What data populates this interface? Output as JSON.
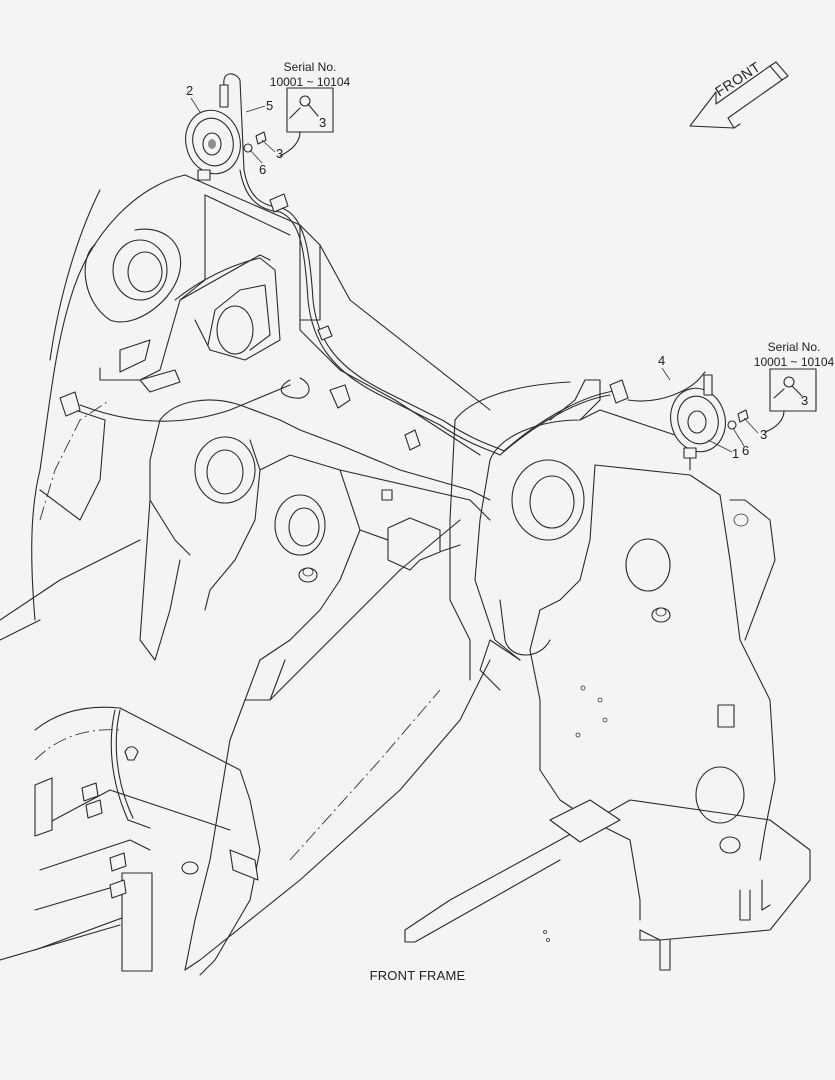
{
  "diagram": {
    "caption": "FRONT FRAME",
    "direction_arrow": {
      "label": "FRONT",
      "icon": "arrow-front-icon"
    },
    "serial_notes": [
      {
        "title": "Serial No.",
        "range": "10001 ~ 10104",
        "inset_callout": "3"
      },
      {
        "title": "Serial No.",
        "range": "10001 ~ 10104",
        "inset_callout": "3"
      }
    ],
    "callouts": {
      "left_group": {
        "horn": "2",
        "harness": "5",
        "bolt": "3",
        "washer": "6"
      },
      "right_group": {
        "harness": "4",
        "bolt": "3",
        "washer": "6",
        "horn": "1"
      }
    },
    "colors": {
      "background": "#f4f4f4",
      "line": "#2a2a2a"
    }
  }
}
